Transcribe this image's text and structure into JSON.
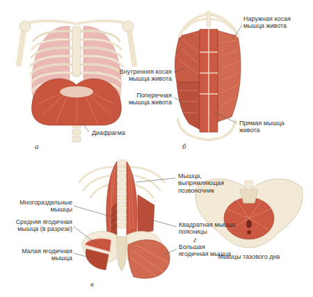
{
  "diagram": {
    "labels": [
      "Наружная косая мышца живота",
      "Внутренняя косая мышца живота",
      "Поперечная мышца живота",
      "Прямая мышца живота",
      "Диафрагма",
      "а",
      "б",
      "Мышца, выпрямляющая позвоночник",
      "Многораздельные мышцы",
      "Средняя ягодичная мышца (в разрезе)",
      "Квадратная мышца поясницы",
      "Большая ягодичная мышца",
      "Малая ягодичная мышца",
      "в",
      "г",
      "Мышцы тазового дна"
    ]
  }
}
